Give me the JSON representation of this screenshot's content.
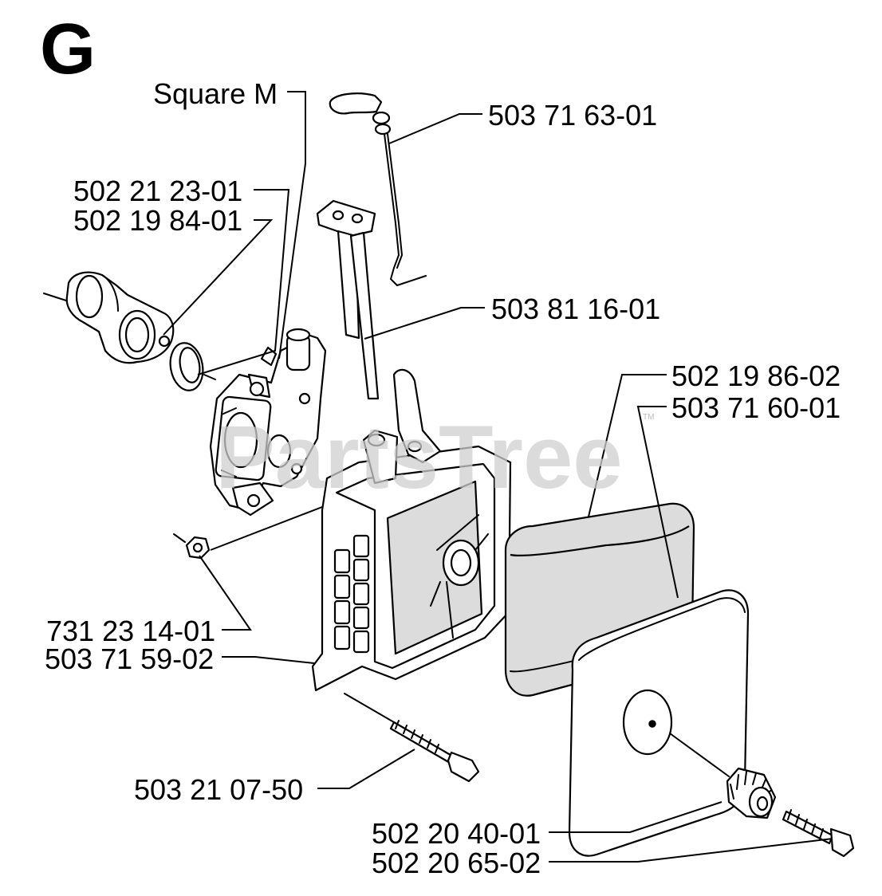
{
  "section_letter": "G",
  "watermark": "PartsTree",
  "watermark_mark": "TM",
  "callouts": {
    "square_m": "Square M",
    "p_502_21_23_01": "502 21 23-01",
    "p_502_19_84_01": "502 19 84-01",
    "p_503_71_63_01": "503 71 63-01",
    "p_503_81_16_01": "503 81 16-01",
    "p_502_19_86_02": "502 19 86-02",
    "p_503_71_60_01": "503 71 60-01",
    "p_731_23_14_01": "731 23 14-01",
    "p_503_71_59_02": "503 71 59-02",
    "p_503_21_07_50": "503 21 07-50",
    "p_502_20_40_01": "502 20 40-01",
    "p_502_20_65_02": "502 20 65-02"
  }
}
